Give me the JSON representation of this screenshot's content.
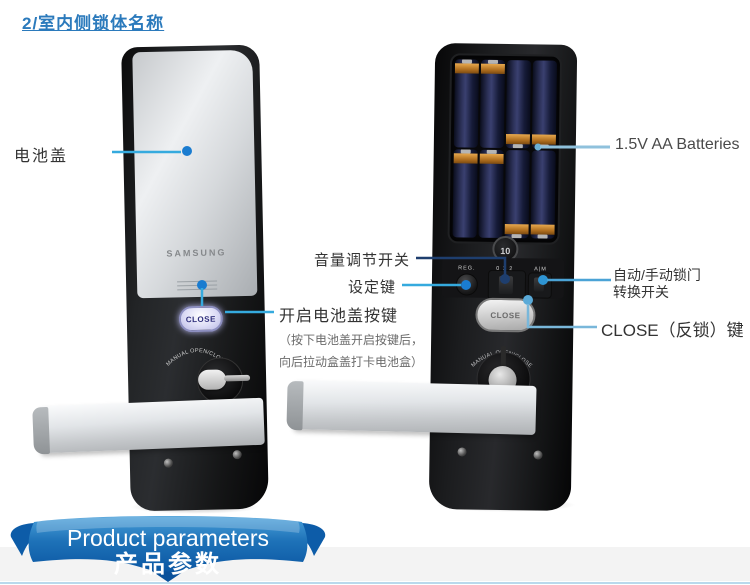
{
  "page": {
    "title": "2/室内侧锁体名称"
  },
  "callouts": {
    "battery_cover": "电池盖",
    "volume_switch": "音量调节开关",
    "set_key": "设定键",
    "open_battery_button": "开启电池盖按键",
    "open_battery_note_line1": "（按下电池盖开启按键后，",
    "open_battery_note_line2": "向后拉动盒盖打卡电池盒）",
    "batteries": "1.5V AA Batteries",
    "auto_manual_line1": "自动/手动锁门",
    "auto_manual_line2": "转换开关",
    "close_key": "CLOSE（反锁）键"
  },
  "front_lock": {
    "brand": "SAMSUNG",
    "close_button": "CLOSE",
    "dial_label": "MANUAL OPEN/CLOSE"
  },
  "back_lock": {
    "close_button": "CLOSE",
    "dial_label": "MANUAL OPEN/CLOSE",
    "badge": "10",
    "switch_reg": "REG.",
    "switch_volume": "0 1 2",
    "switch_auto_manual": "A|M"
  },
  "banner": {
    "line1_en": "Product parameters",
    "line2_zh": "产品参数"
  },
  "colors": {
    "title_blue": "#2b7abc",
    "leader_blue": "#35aade",
    "leader_dot_blue": "#1a7cd0",
    "leader_dark_navy": "#1e3e6e",
    "leader_light_blue": "#8fc1dc",
    "ribbon_blue": "#1e72b8",
    "battery_copper": "#b06f1f"
  }
}
